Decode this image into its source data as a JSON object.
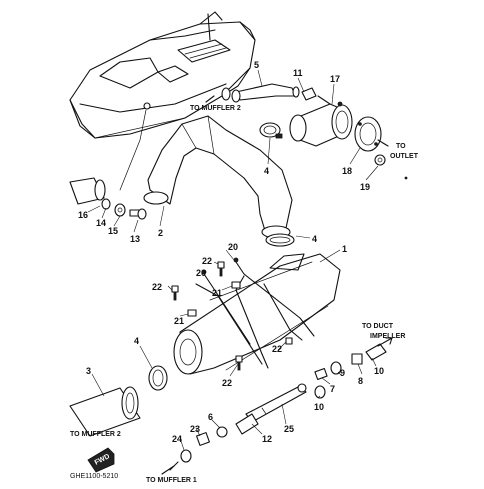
{
  "callouts": {
    "c1": "1",
    "c2": "2",
    "c3": "3",
    "c4a": "4",
    "c4b": "4",
    "c4c": "4",
    "c5": "5",
    "c6": "6",
    "c7": "7",
    "c8": "8",
    "c9": "9",
    "c10a": "10",
    "c10b": "10",
    "c11": "11",
    "c12": "12",
    "c13": "13",
    "c14": "14",
    "c15": "15",
    "c16": "16",
    "c17": "17",
    "c18": "18",
    "c19": "19",
    "c20a": "20",
    "c20b": "20",
    "c21a": "21",
    "c21b": "21",
    "c22a": "22",
    "c22b": "22",
    "c22c": "22",
    "c22d": "22",
    "c23": "23",
    "c24": "24",
    "c25": "25"
  },
  "notes": {
    "to_muffler_2_top": "TO MUFFLER 2",
    "to_outlet_1": "TO",
    "to_outlet_2": "OUTLET",
    "to_duct_1": "TO DUCT",
    "to_duct_2": "IMPELLER",
    "to_muffler_2_bottom": "TO MUFFLER 2",
    "to_muffler_1": "TO MUFFLER 1",
    "fwd": "FWD",
    "diagram_code": "GHE1100-5210"
  }
}
